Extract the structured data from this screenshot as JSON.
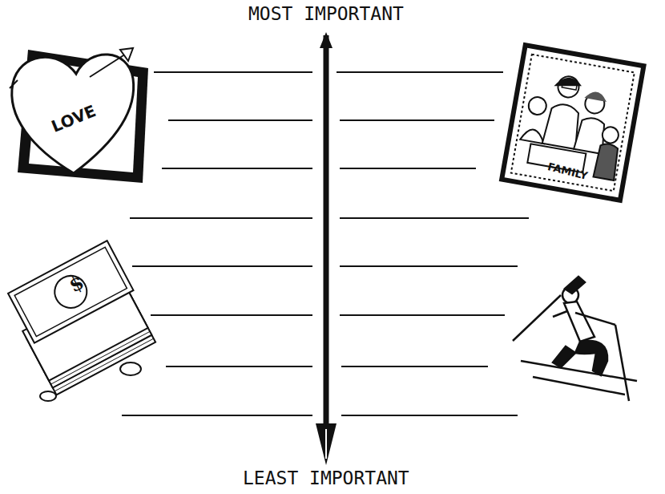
{
  "diagram": {
    "labels": [
      "MOST IMPORTANT",
      "LOVE",
      "FAMILY",
      "$",
      "LEAST IMPORTANT"
    ]
  }
}
